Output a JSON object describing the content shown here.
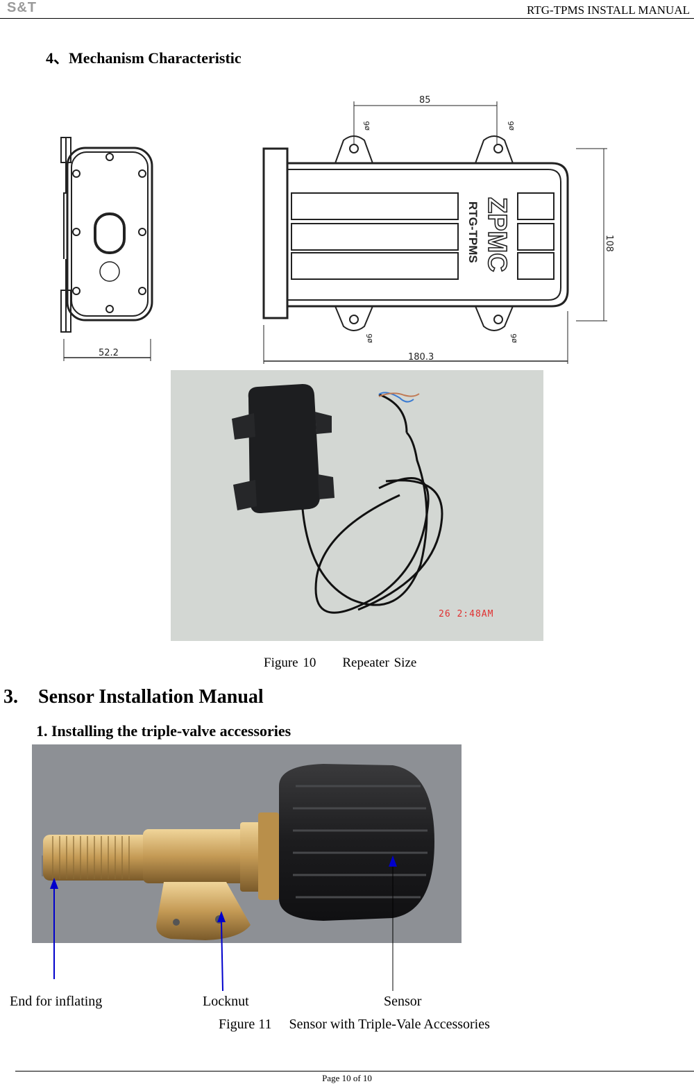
{
  "header": {
    "logo_text": "S&T",
    "title": "RTG-TPMS INSTALL MANUAL"
  },
  "section4": {
    "heading": "4、Mechanism Characteristic"
  },
  "drawing": {
    "dim_width_front": "52.2",
    "dim_hole_spacing": "85",
    "dim_length": "180.3",
    "dim_height": "108",
    "hole_label": "ø6",
    "brand_text": "ZPMC",
    "model_text": "RTG-TPMS"
  },
  "photo1": {
    "timestamp": "26  2:48AM"
  },
  "figure10": {
    "caption": "Figure 10  Repeater Size"
  },
  "section3": {
    "number": "3.",
    "title": "Sensor Installation Manual",
    "sub_heading": "1. Installing the triple-valve accessories"
  },
  "figure11": {
    "labels": {
      "inflating": "End for inflating",
      "locknut": "Locknut",
      "sensor": "Sensor"
    },
    "caption": "Figure 11  Sensor with Triple-Vale Accessories"
  },
  "footer": {
    "page": "Page 10 of 10"
  },
  "colors": {
    "arrow": "#0000cc",
    "timestamp": "#e03030"
  }
}
